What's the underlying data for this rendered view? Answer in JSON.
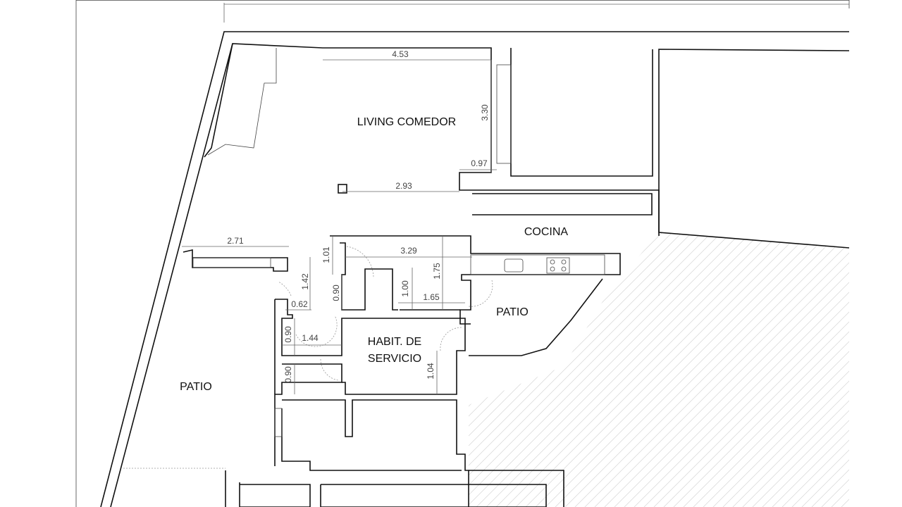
{
  "rooms": {
    "living": "LIVING COMEDOR",
    "cocina": "COCINA",
    "patio_right": "PATIO",
    "habit_line1": "HABIT. DE",
    "habit_line2": "SERVICIO",
    "patio_left": "PATIO"
  },
  "dimensions": [
    "4.53",
    "3.30",
    "0.97",
    "2.93",
    "2.71",
    "1.01",
    "3.29",
    "1.75",
    "1.42",
    "0.90",
    "1.00",
    "1.65",
    "0.62",
    "0.90",
    "1.44",
    "0.90",
    "1.04"
  ]
}
